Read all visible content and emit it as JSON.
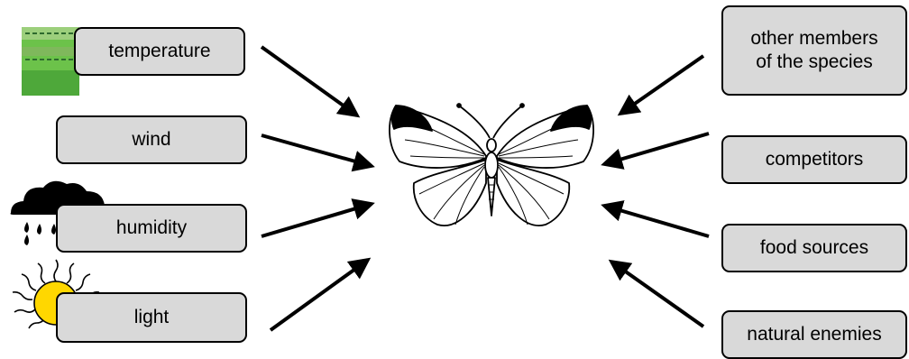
{
  "left_factors": [
    {
      "label": "temperature",
      "icon": "thermometer-icon"
    },
    {
      "label": "wind",
      "icon": ""
    },
    {
      "label": "humidity",
      "icon": "rain-cloud-icon"
    },
    {
      "label": "light",
      "icon": "sun-icon"
    }
  ],
  "right_factors": [
    {
      "label": "other members\nof the species"
    },
    {
      "label": "competitors"
    },
    {
      "label": "food sources"
    },
    {
      "label": "natural enemies"
    }
  ],
  "center": {
    "icon": "butterfly-icon"
  },
  "colors": {
    "box_fill": "#d9d9d9",
    "box_border": "#000000",
    "sun": "#ffd700",
    "thermometer": "#5cb85c"
  }
}
